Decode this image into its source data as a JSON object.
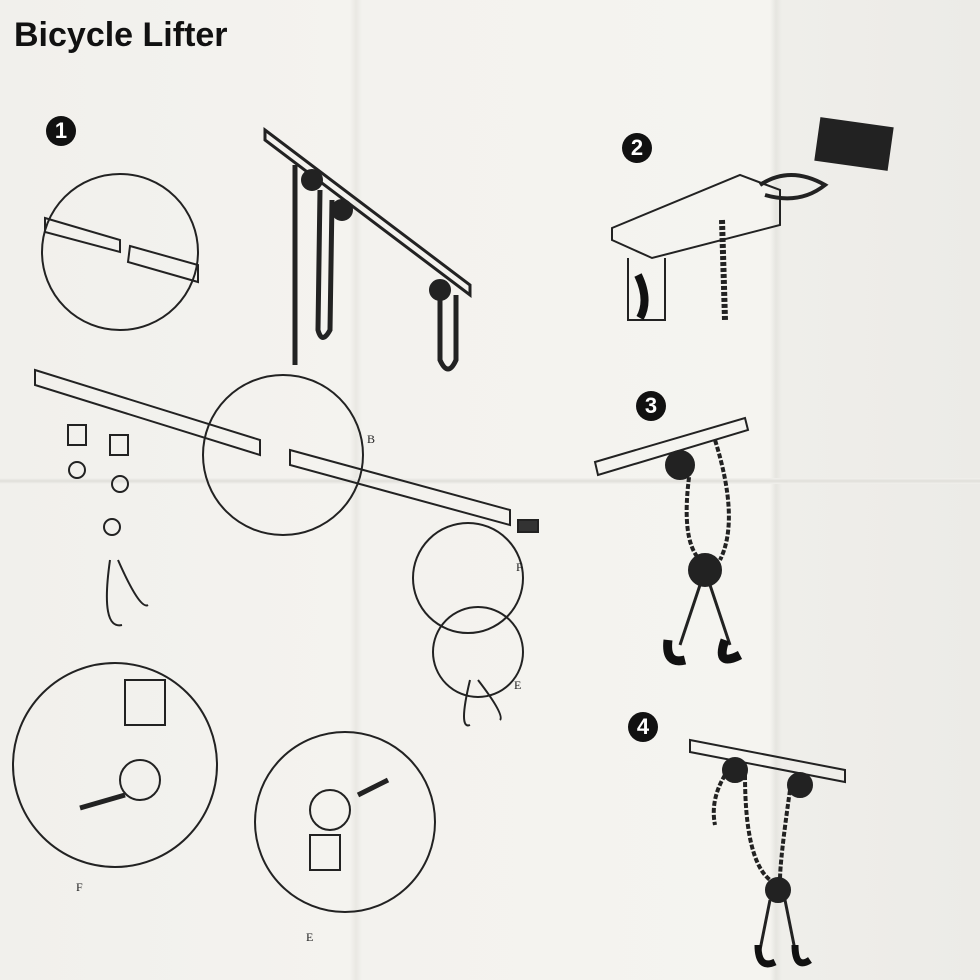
{
  "title": "Bicycle Lifter",
  "steps": [
    "1",
    "2",
    "3",
    "4"
  ],
  "labels": {
    "b": "B",
    "f_small": "F",
    "e_small": "E",
    "f_large": "F",
    "e_large": "E"
  }
}
